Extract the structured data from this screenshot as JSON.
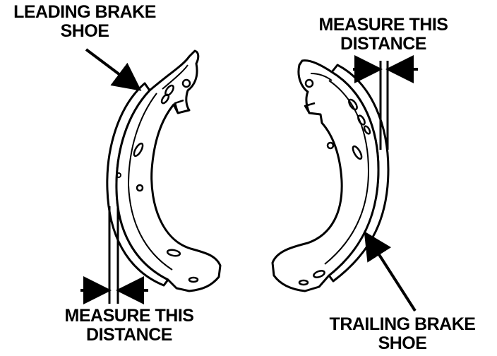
{
  "labels": {
    "leading": {
      "line1": "LEADING BRAKE",
      "line2": "SHOE"
    },
    "measure_right": {
      "line1": "MEASURE THIS",
      "line2": "DISTANCE"
    },
    "measure_left": {
      "line1": "MEASURE THIS",
      "line2": "DISTANCE"
    },
    "trailing": {
      "line1": "TRAILING BRAKE",
      "line2": "SHOE"
    }
  },
  "colors": {
    "ink": "#000000",
    "background": "#ffffff"
  }
}
